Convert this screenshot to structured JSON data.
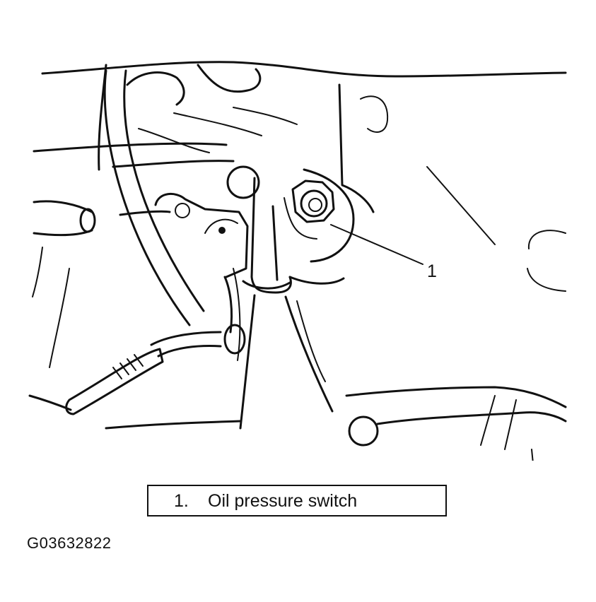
{
  "figure": {
    "callout": "1",
    "legend": {
      "number": "1.",
      "label": "Oil pressure switch"
    },
    "figure_id": "G03632822"
  }
}
